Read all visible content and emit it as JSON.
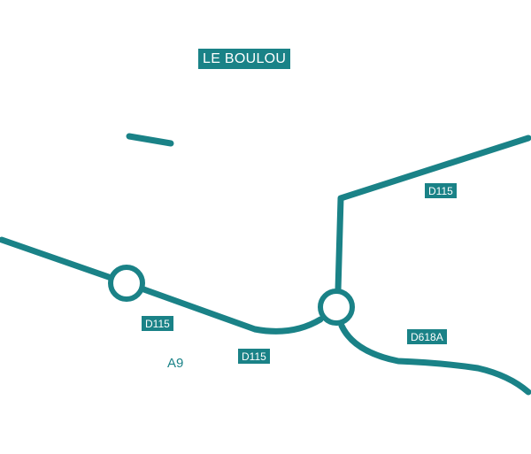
{
  "map": {
    "town": "LE BOULOU",
    "roads": {
      "d115_east": "D115",
      "d115_west": "D115",
      "d115_south": "D115",
      "d618a": "D618A",
      "a9": "A9"
    },
    "colors": {
      "road": "#1a8287",
      "background": "#ffffff",
      "label_text": "#ffffff"
    }
  }
}
